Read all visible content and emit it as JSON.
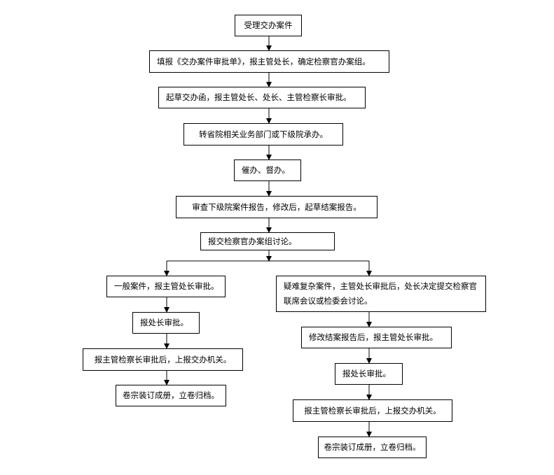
{
  "flowchart": {
    "steps": {
      "s1": "受理交办案件",
      "s2": "填报《交办案件审批单》，报主管处长，确定检察官办案组。",
      "s3": "起草交办函，报主管处长、处长、主管检察长审批。",
      "s4": "转省院相关业务部门或下级院承办。",
      "s5": "催办、督办。",
      "s6": "审查下级院案件报告，修改后，起草结案报告。",
      "s7": "报交检察官办案组讨论。"
    },
    "left_branch": {
      "l1": "一般案件，报主管处长审批。",
      "l2": "报处长审批。",
      "l3": "报主管检察长审批后，上报交办机关。",
      "l4": "卷宗装订成册，立卷归档。"
    },
    "right_branch": {
      "r1": "疑难复杂案件，主管处长审批后，处长决定提交检察官联席会议或检委会讨论。",
      "r2": "修改结案报告后，报主管处长审批。",
      "r3": "报处长审批。",
      "r4": "报主管检察长审批后，上报交办机关。",
      "r5": "卷宗装订成册，立卷归档。"
    }
  }
}
